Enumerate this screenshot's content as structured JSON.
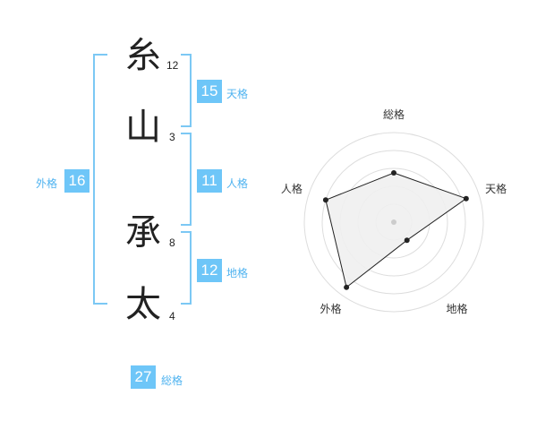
{
  "name": {
    "characters": [
      {
        "char": "糸",
        "strokes": "12"
      },
      {
        "char": "山",
        "strokes": "3"
      },
      {
        "char": "承",
        "strokes": "8"
      },
      {
        "char": "太",
        "strokes": "4"
      }
    ]
  },
  "fortunes": {
    "tenkaku": {
      "value": "15",
      "label": "天格"
    },
    "jinkaku": {
      "value": "11",
      "label": "人格"
    },
    "chikaku": {
      "value": "12",
      "label": "地格"
    },
    "gaikaku": {
      "value": "16",
      "label": "外格"
    },
    "soukaku": {
      "value": "27",
      "label": "総格"
    }
  },
  "colors": {
    "accent": "#6ec6f8",
    "bracket": "#7cc8f4",
    "radar_fill": "#f0f0f0",
    "ring": "#dddddd"
  },
  "chart_data": {
    "type": "radar",
    "axes": [
      "総格",
      "天格",
      "地格",
      "外格",
      "人格"
    ],
    "values": [
      0.55,
      0.85,
      0.25,
      0.9,
      0.8
    ],
    "range": [
      0,
      1
    ],
    "rings": 5,
    "grid": true
  }
}
